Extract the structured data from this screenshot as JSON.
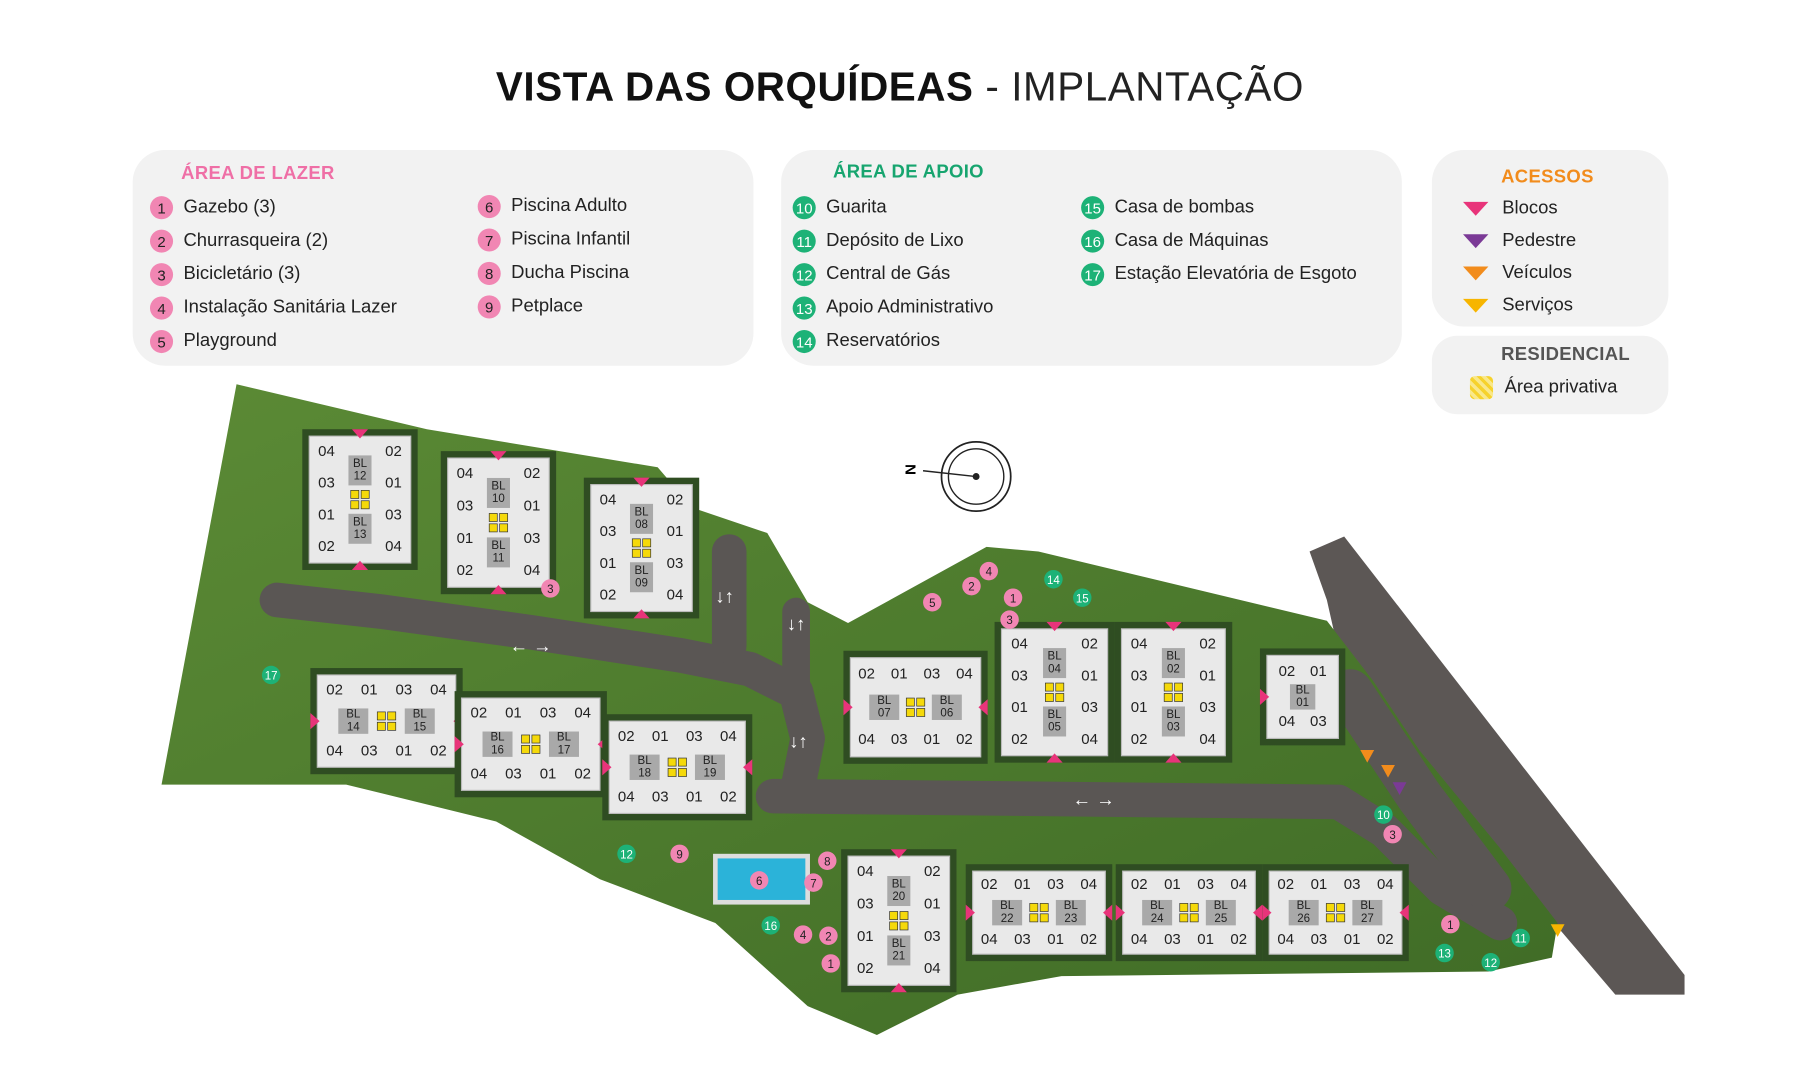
{
  "title": {
    "main": "VISTA DAS ORQUÍDEAS",
    "sub": " - IMPLANTAÇÃO"
  },
  "colors": {
    "lazer": "#f186b3",
    "apoio": "#1db277",
    "acessos": "#f28c1c",
    "blocos": "#e8347a",
    "pedestre": "#7b3a96",
    "veiculos": "#f28c1c",
    "servicos": "#f7b500",
    "grass": "#4f7a2e",
    "road": "#5a5654"
  },
  "lazer": {
    "heading": "ÁREA DE LAZER",
    "items": [
      {
        "num": "1",
        "label": "Gazebo (3)"
      },
      {
        "num": "2",
        "label": "Churrasqueira (2)"
      },
      {
        "num": "3",
        "label": "Bicicletário (3)"
      },
      {
        "num": "4",
        "label": "Instalação Sanitária Lazer"
      },
      {
        "num": "5",
        "label": "Playground"
      },
      {
        "num": "6",
        "label": "Piscina Adulto"
      },
      {
        "num": "7",
        "label": "Piscina Infantil"
      },
      {
        "num": "8",
        "label": "Ducha Piscina"
      },
      {
        "num": "9",
        "label": "Petplace"
      }
    ]
  },
  "apoio": {
    "heading": "ÁREA DE APOIO",
    "items": [
      {
        "num": "10",
        "label": "Guarita"
      },
      {
        "num": "11",
        "label": "Depósito de Lixo"
      },
      {
        "num": "12",
        "label": "Central de Gás"
      },
      {
        "num": "13",
        "label": "Apoio Administrativo"
      },
      {
        "num": "14",
        "label": "Reservatórios"
      },
      {
        "num": "15",
        "label": "Casa de bombas"
      },
      {
        "num": "16",
        "label": "Casa de Máquinas"
      },
      {
        "num": "17",
        "label": "Estação Elevatória de Esgoto"
      }
    ]
  },
  "acessos": {
    "heading": "ACESSOS",
    "items": [
      {
        "icon": "pink-triangle-icon",
        "label": "Blocos"
      },
      {
        "icon": "purple-triangle-icon",
        "label": "Pedestre"
      },
      {
        "icon": "orange-triangle-icon",
        "label": "Veículos"
      },
      {
        "icon": "yellow-triangle-icon",
        "label": "Serviços"
      }
    ]
  },
  "residencial": {
    "heading": "RESIDENCIAL",
    "item": "Área privativa"
  },
  "map": {
    "compass": "N",
    "road_arrows": [
      "← →",
      "↓↑",
      "↓↑",
      "↓↑",
      "← →"
    ],
    "blocks": [
      {
        "type": "v",
        "labels": [
          "BL\n12",
          "BL\n13"
        ],
        "left": [
          "04",
          "03",
          "01",
          "02"
        ],
        "right": [
          "02",
          "01",
          "03",
          "04"
        ]
      },
      {
        "type": "v",
        "labels": [
          "BL\n10",
          "BL\n11"
        ],
        "left": [
          "04",
          "03",
          "01",
          "02"
        ],
        "right": [
          "02",
          "01",
          "03",
          "04"
        ]
      },
      {
        "type": "v",
        "labels": [
          "BL\n08",
          "BL\n09"
        ],
        "left": [
          "04",
          "03",
          "01",
          "02"
        ],
        "right": [
          "02",
          "01",
          "03",
          "04"
        ]
      },
      {
        "type": "h",
        "labels": [
          "BL\n14",
          "BL\n15"
        ],
        "top": [
          "02",
          "01",
          "03",
          "04"
        ],
        "bottom": [
          "04",
          "03",
          "01",
          "02"
        ]
      },
      {
        "type": "h",
        "labels": [
          "BL\n16",
          "BL\n17"
        ],
        "top": [
          "02",
          "01",
          "03",
          "04"
        ],
        "bottom": [
          "04",
          "03",
          "01",
          "02"
        ]
      },
      {
        "type": "h",
        "labels": [
          "BL\n18",
          "BL\n19"
        ],
        "top": [
          "02",
          "01",
          "03",
          "04"
        ],
        "bottom": [
          "04",
          "03",
          "01",
          "02"
        ]
      },
      {
        "type": "h",
        "labels": [
          "BL\n07",
          "BL\n06"
        ],
        "top": [
          "02",
          "01",
          "03",
          "04"
        ],
        "bottom": [
          "04",
          "03",
          "01",
          "02"
        ]
      },
      {
        "type": "v",
        "labels": [
          "BL\n04",
          "BL\n05"
        ],
        "left": [
          "04",
          "03",
          "01",
          "02"
        ],
        "right": [
          "02",
          "01",
          "03",
          "04"
        ]
      },
      {
        "type": "v",
        "labels": [
          "BL\n02",
          "BL\n03"
        ],
        "left": [
          "04",
          "03",
          "01",
          "02"
        ],
        "right": [
          "02",
          "01",
          "03",
          "04"
        ]
      },
      {
        "type": "s",
        "labels": [
          "BL\n01"
        ],
        "top": [
          "02",
          "01"
        ],
        "bottom": [
          "04",
          "03"
        ]
      },
      {
        "type": "v",
        "labels": [
          "BL\n20",
          "BL\n21"
        ],
        "left": [
          "04",
          "03",
          "01",
          "02"
        ],
        "right": [
          "02",
          "01",
          "03",
          "04"
        ]
      },
      {
        "type": "h",
        "labels": [
          "BL\n22",
          "BL\n23"
        ],
        "top": [
          "02",
          "01",
          "03",
          "04"
        ],
        "bottom": [
          "04",
          "03",
          "01",
          "02"
        ]
      },
      {
        "type": "h",
        "labels": [
          "BL\n24",
          "BL\n25"
        ],
        "top": [
          "02",
          "01",
          "03",
          "04"
        ],
        "bottom": [
          "04",
          "03",
          "01",
          "02"
        ]
      },
      {
        "type": "h",
        "labels": [
          "BL\n26",
          "BL\n27"
        ],
        "top": [
          "02",
          "01",
          "03",
          "04"
        ],
        "bottom": [
          "04",
          "03",
          "01",
          "02"
        ]
      }
    ],
    "markers": [
      {
        "num": "3",
        "kind": "lazer"
      },
      {
        "num": "5",
        "kind": "lazer"
      },
      {
        "num": "2",
        "kind": "lazer"
      },
      {
        "num": "4",
        "kind": "lazer"
      },
      {
        "num": "1",
        "kind": "lazer"
      },
      {
        "num": "3",
        "kind": "lazer"
      },
      {
        "num": "1",
        "kind": "lazer"
      },
      {
        "num": "3",
        "kind": "lazer"
      },
      {
        "num": "9",
        "kind": "lazer"
      },
      {
        "num": "6",
        "kind": "lazer"
      },
      {
        "num": "7",
        "kind": "lazer"
      },
      {
        "num": "8",
        "kind": "lazer"
      },
      {
        "num": "4",
        "kind": "lazer"
      },
      {
        "num": "2",
        "kind": "lazer"
      },
      {
        "num": "1",
        "kind": "lazer"
      },
      {
        "num": "17",
        "kind": "apoio"
      },
      {
        "num": "14",
        "kind": "apoio"
      },
      {
        "num": "15",
        "kind": "apoio"
      },
      {
        "num": "10",
        "kind": "apoio"
      },
      {
        "num": "12",
        "kind": "apoio"
      },
      {
        "num": "16",
        "kind": "apoio"
      },
      {
        "num": "13",
        "kind": "apoio"
      },
      {
        "num": "11",
        "kind": "apoio"
      },
      {
        "num": "12",
        "kind": "apoio"
      }
    ]
  }
}
